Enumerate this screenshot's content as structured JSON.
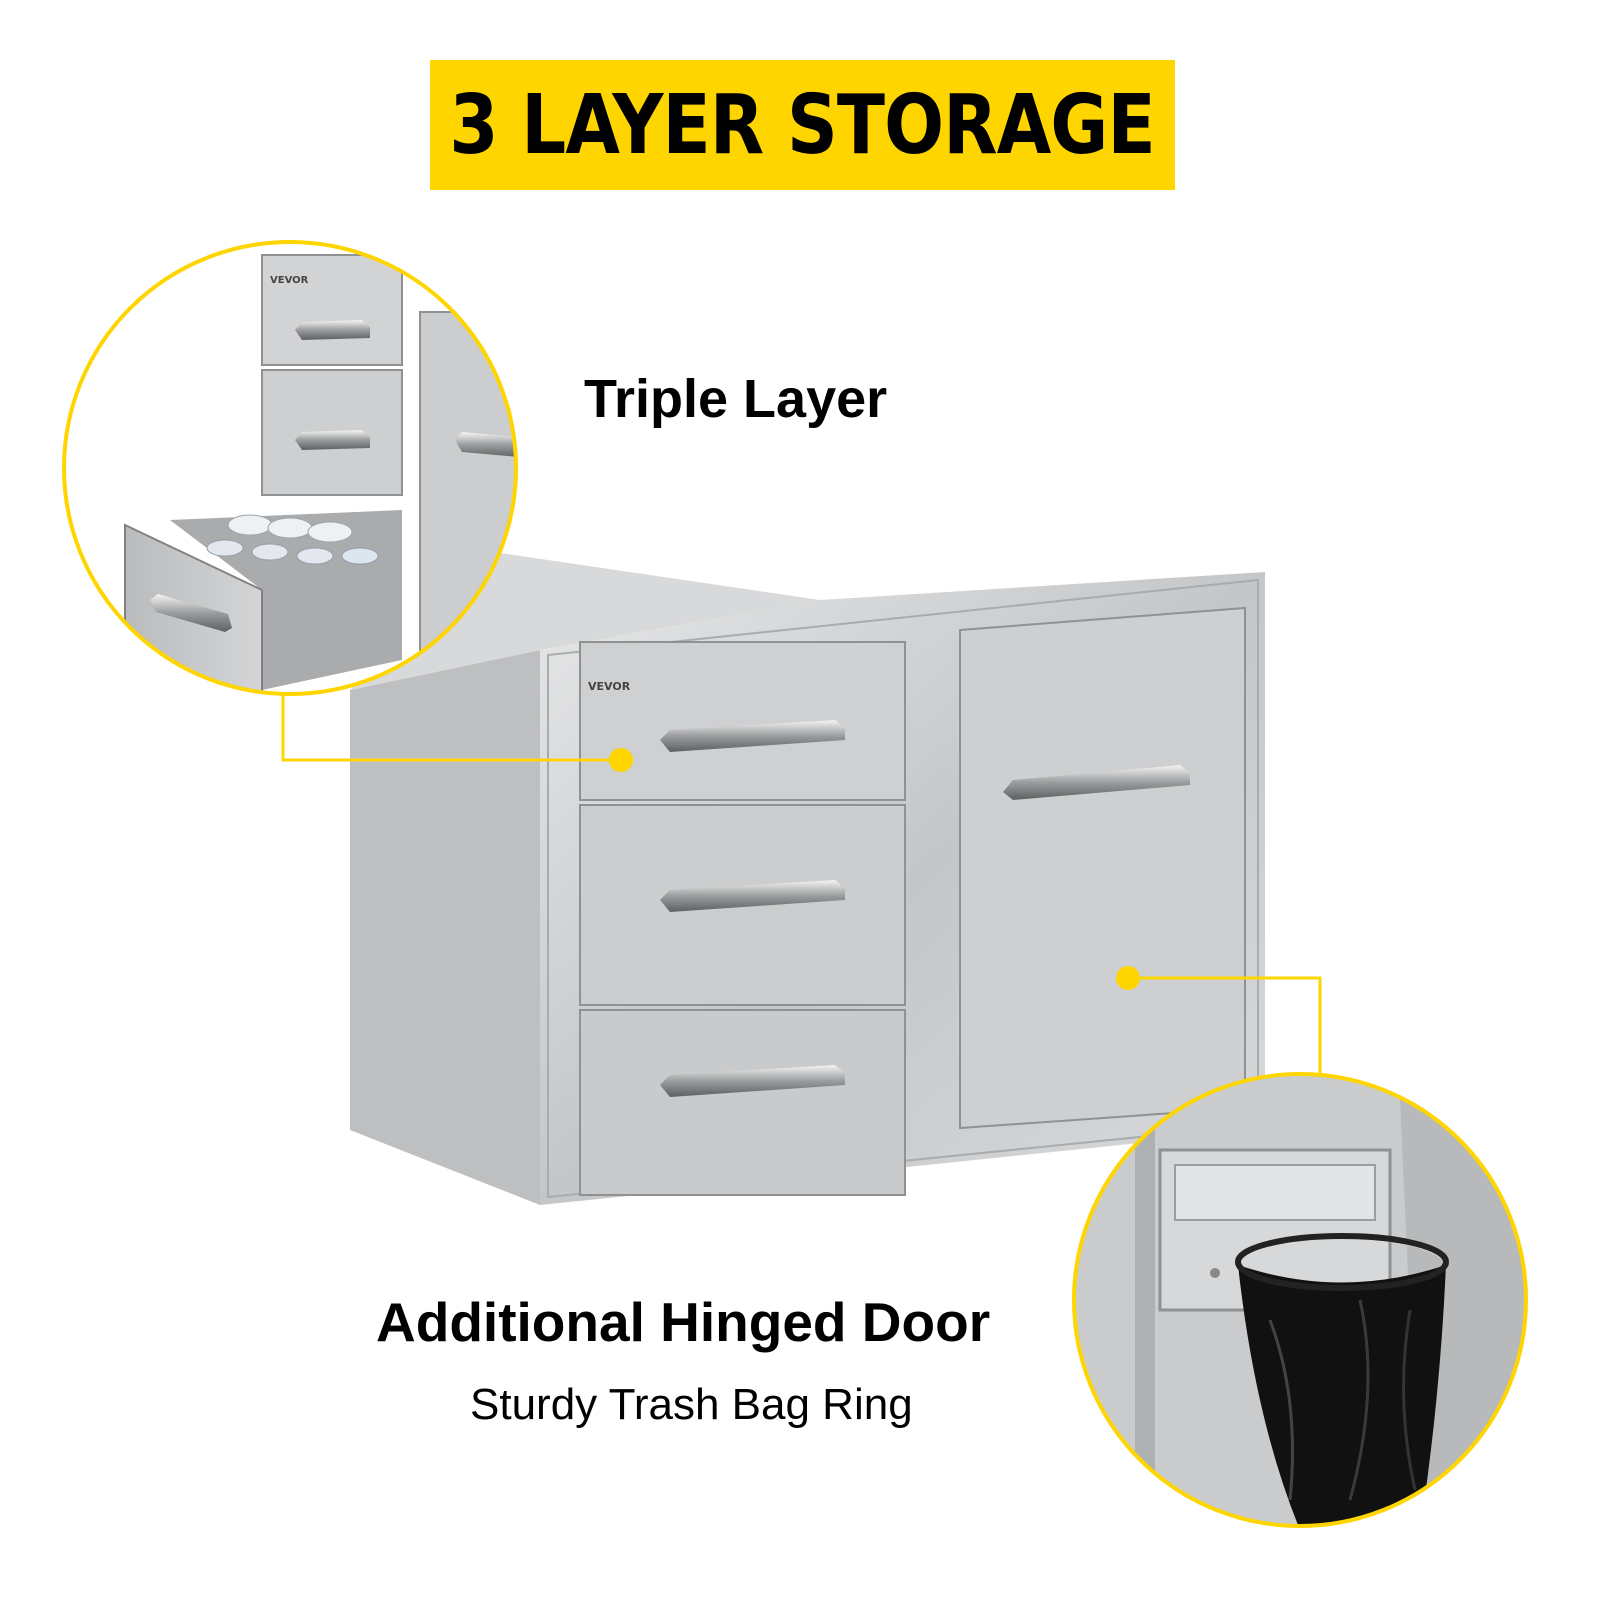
{
  "banner": {
    "title": "3 LAYER STORAGE",
    "color": "#FFD500"
  },
  "callouts": {
    "drawers_label": "Triple Layer",
    "door_label": "Additional Hinged Door",
    "door_sublabel": "Sturdy Trash Bag Ring"
  },
  "product": {
    "brand": "VEVOR",
    "brand_inset": "VEVOR"
  },
  "colors": {
    "accent": "#FFD500",
    "steel": "#C9CBCD",
    "bag": "#111111"
  }
}
